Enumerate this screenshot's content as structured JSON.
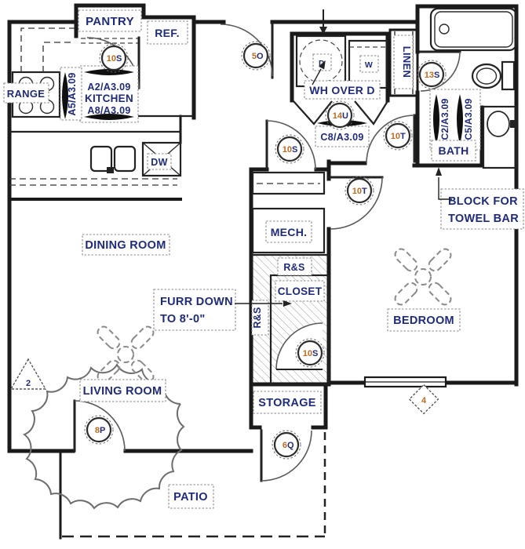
{
  "drawing": {
    "type": "apartment floor plan",
    "colors": {
      "label_text": "#1e2b7d",
      "tag_number": "#bf6a1f",
      "wall": "#1a1a1a",
      "cloud": "#6d6d6d"
    }
  },
  "rooms": {
    "pantry": "PANTRY",
    "ref": "REF.",
    "kitchen": "KITCHEN",
    "range": "RANGE",
    "dw": "DW",
    "dining": "DINING ROOM",
    "mech": "MECH.",
    "closet": "CLOSET",
    "bedroom": "BEDROOM",
    "bath": "BATH",
    "linen": "LINEN",
    "living": "LIVING ROOM",
    "storage": "STORAGE",
    "patio": "PATIO"
  },
  "labels": {
    "wh_over_d": "WH OVER D",
    "dryer": "D",
    "washer": "W",
    "rs_horizontal": "R&S",
    "rs_vertical": "R&S",
    "furr_line1": "FURR DOWN",
    "furr_line2": "TO 8'-0\"",
    "block_line1": "BLOCK FOR",
    "block_line2": "TOWEL BAR"
  },
  "section_markers": {
    "a2": "A2/A3.09",
    "a8": "A8/A3.09",
    "a5": "A5/A3.09",
    "c8": "C8/A3.09",
    "c2": "C2/A3.09",
    "c5": "C5/A3.09"
  },
  "door_tags": {
    "pantry_door": {
      "num": "10",
      "letters": "S"
    },
    "entry_door": {
      "num": "5",
      "letters": "O"
    },
    "laundry_doors": {
      "num": "14",
      "letters": "U"
    },
    "bath_door": {
      "num": "13",
      "letters": "S"
    },
    "hall_bath_door": {
      "num": "10",
      "letters": "T"
    },
    "hall_door": {
      "num": "10",
      "letters": "S"
    },
    "bedroom_door": {
      "num": "10",
      "letters": "T"
    },
    "closet_door": {
      "num": "10",
      "letters": "S"
    },
    "patio_door": {
      "num": "8",
      "letters": "P"
    },
    "storage_door": {
      "num": "6",
      "letters": "Q"
    }
  },
  "window_tags": {
    "living_window": "2",
    "bedroom_window": "4"
  }
}
